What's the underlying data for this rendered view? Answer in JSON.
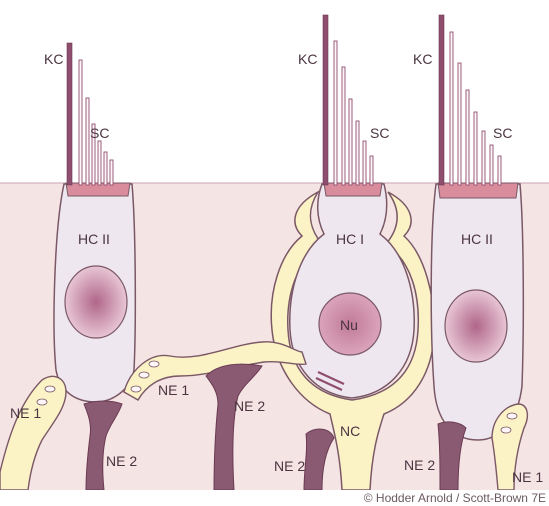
{
  "diagram": {
    "labels": {
      "kc_left": "KC",
      "sc_left": "SC",
      "kc_mid": "KC",
      "sc_mid": "SC",
      "kc_right": "KC",
      "sc_right": "SC",
      "hc2_left": "HC II",
      "hc1": "HC I",
      "hc2_right": "HC II",
      "nucleus": "Nu",
      "ne1_left": "NE 1",
      "ne2_left": "NE 2",
      "ne1_mid": "NE 1",
      "ne2_mid": "NE 2",
      "nc": "NC",
      "ne2_lower": "NE 2",
      "ne2_right": "NE 2",
      "ne1_right": "NE 1"
    },
    "credit": "© Hodder Arnold / Scott-Brown 7E",
    "colors": {
      "epithelium": "#f5e4e4",
      "hair_cell": "#efe7ef",
      "cell_outline": "#7a5866",
      "nucleus_center": "#b0668a",
      "nerve_calyx": "#fbf3c6",
      "nerve_dark": "#8a5a72",
      "kinocilium": "#8f4e6e",
      "cuticular_plate": "#d98c9c"
    }
  }
}
